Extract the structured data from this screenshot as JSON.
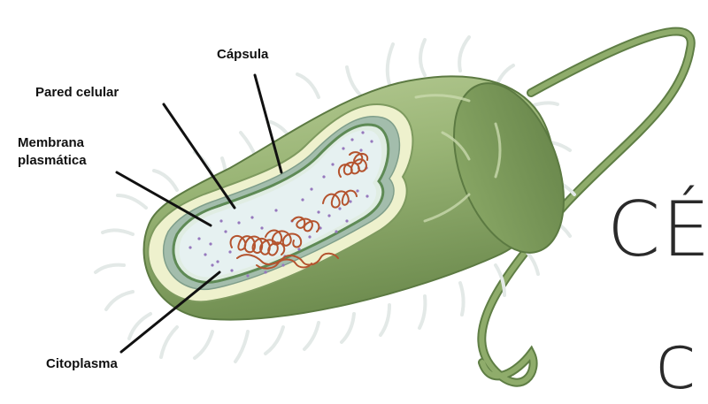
{
  "labels": {
    "capsula": "Cápsula",
    "pared_celular": "Pared celular",
    "membrana_line1": "Membrana",
    "membrana_line2": "plasmática",
    "citoplasma": "Citoplasma"
  },
  "title_fragment": {
    "line1": "CÉ",
    "line2": "c"
  },
  "colors": {
    "body_dark": "#7d9a5c",
    "body_mid": "#9db77b",
    "body_light": "#c5d6a6",
    "capsule": "#eef2cf",
    "wall": "#9fb9a8",
    "membrane": "#6e9360",
    "cytoplasm": "#e3efee",
    "nucleoid": "#b5532f",
    "ribosome": "#8e6fb3",
    "pili": "#e2e8e6",
    "flagellum": "#7b995b",
    "leader": "#111111"
  }
}
